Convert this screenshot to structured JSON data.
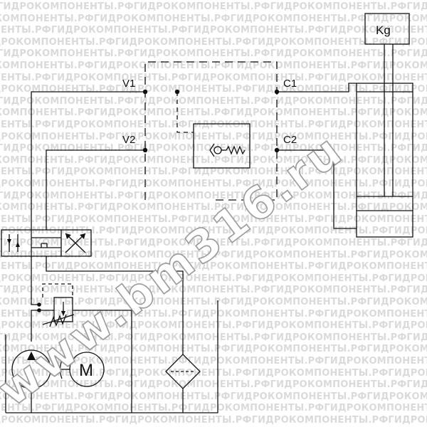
{
  "watermark": {
    "row_text": "ГИДРОКОМПОНЕНТЫ.РФ",
    "diagonal_text": "www.bm316.ru"
  },
  "ports": {
    "v1": "V1",
    "v2": "V2",
    "c1": "C1",
    "c2": "C2"
  },
  "load_label": "Kg",
  "motor_label": "M",
  "colors": {
    "line": "#111111",
    "watermark_text": "#dadada",
    "watermark_outline": "#9a9a9a"
  }
}
